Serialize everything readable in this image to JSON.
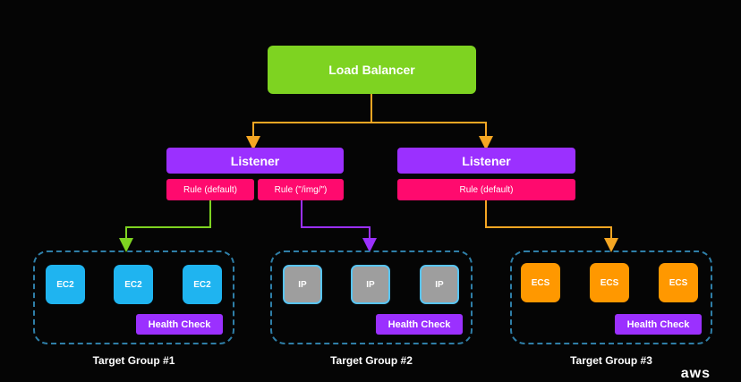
{
  "load_balancer": {
    "label": "Load Balancer",
    "color": "#7ed321"
  },
  "listeners": [
    {
      "label": "Listener",
      "rules": [
        "Rule (default)",
        "Rule (\"/img/\")"
      ]
    },
    {
      "label": "Listener",
      "rules": [
        "Rule (default)"
      ]
    }
  ],
  "target_groups": [
    {
      "label": "Target Group #1",
      "targets": [
        "EC2",
        "EC2",
        "EC2"
      ],
      "health_check": "Health Check"
    },
    {
      "label": "Target Group #2",
      "targets": [
        "IP",
        "IP",
        "IP"
      ],
      "health_check": "Health Check"
    },
    {
      "label": "Target Group #3",
      "targets": [
        "ECS",
        "ECS",
        "ECS"
      ],
      "health_check": "Health Check"
    }
  ],
  "brand": "aws",
  "colors": {
    "background": "#050505",
    "listener": "#9b30ff",
    "rule": "#ff0a6e",
    "ec2": "#1fb4f0",
    "ip": "#9e9e9e",
    "ecs": "#ff9800",
    "group_border": "#2f7fa8",
    "arrow_orange": "#f5a623",
    "arrow_green": "#7ed321",
    "arrow_purple": "#9b30ff"
  }
}
